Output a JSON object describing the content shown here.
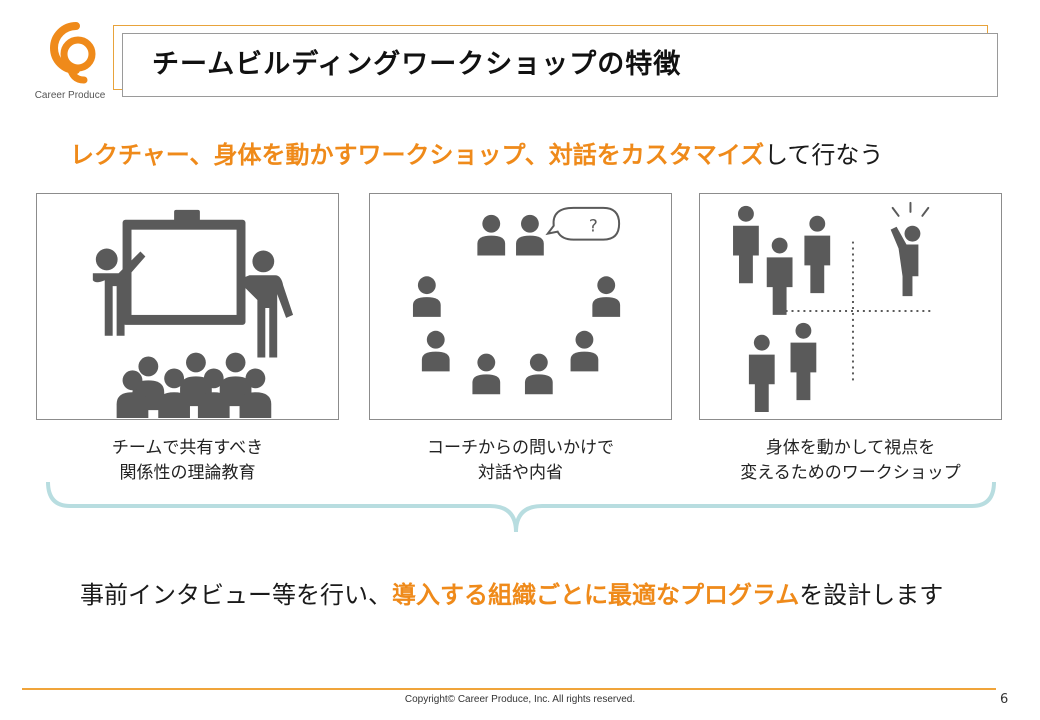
{
  "logo": {
    "text": "Career Produce",
    "color": "#ef8a1a"
  },
  "title": "チームビルディングワークショップの特徴",
  "subtitle": {
    "highlight": "レクチャー、身体を動かすワークショップ、対話をカスタマイズ",
    "rest": "して行なう"
  },
  "panels": [
    {
      "icon": "lecture-icon",
      "caption_line1": "チームで共有すべき",
      "caption_line2": "関係性の理論教育"
    },
    {
      "icon": "dialogue-circle-icon",
      "bubble_text": "?",
      "caption_line1": "コーチからの問いかけで",
      "caption_line2": "対話や内省"
    },
    {
      "icon": "perspective-shift-icon",
      "caption_line1": "身体を動かして視点を",
      "caption_line2": "変えるためのワークショップ"
    }
  ],
  "bottom": {
    "before": "事前インタビュー等を行い、",
    "highlight": "導入する組織ごとに最適なプログラム",
    "after": "を設計します"
  },
  "footer": {
    "copyright": "Copyright© Career Produce, Inc. All rights reserved.",
    "page_number": "6"
  },
  "colors": {
    "accent": "#ef8a1a",
    "icon_gray": "#5a5a5a",
    "brace": "#b8dde0",
    "footer_line": "#f0a43a"
  }
}
